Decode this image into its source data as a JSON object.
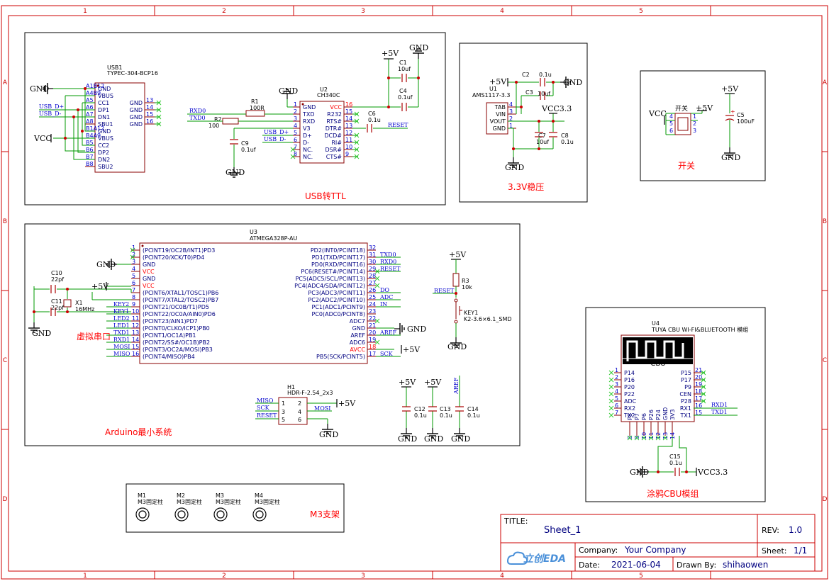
{
  "frame": {
    "cols": [
      "1",
      "2",
      "3",
      "4",
      "5"
    ],
    "rows": [
      "A",
      "B",
      "C",
      "D"
    ],
    "colors": {
      "frame": "#cc0000",
      "wire": "#009900",
      "pinblue": "#0000cc",
      "chip": "#880000",
      "label": "#ff0000",
      "nc": "#33cc33",
      "text": "#000000",
      "netlabel": "#000080"
    }
  },
  "usb": {
    "name": "USB1",
    "part": "TYPEC-304-BCP16",
    "left_pins": [
      "A1B12",
      "A4B9",
      "A5",
      "A6",
      "A7",
      "A8",
      "B1A12",
      "B4A9",
      "B5",
      "B6",
      "B7",
      "B8"
    ],
    "left_names": [
      "GND",
      "VBUS",
      "CC1",
      "DP1",
      "DN1",
      "SBU1",
      "GND",
      "VBUS",
      "CC2",
      "DP2",
      "DN2",
      "SBU2"
    ],
    "right_pins": [
      "13",
      "14",
      "15",
      "16"
    ],
    "right_names": [
      "GND",
      "GND",
      "GND",
      "GND"
    ],
    "gnd": "GND",
    "vcc": "VCC",
    "usb_dp": "USB_D+",
    "usb_dn": "USB_D-"
  },
  "ch340": {
    "name": "U2",
    "part": "CH340C",
    "left_pins": [
      "1",
      "2",
      "3",
      "4",
      "5",
      "6",
      "7",
      "8"
    ],
    "left_names": [
      "GND",
      "TXD",
      "RXD",
      "V3",
      "D+",
      "D-",
      "NC.",
      "NC."
    ],
    "right_pins": [
      "16",
      "15",
      "14",
      "13",
      "12",
      "11",
      "10",
      "9"
    ],
    "right_names": [
      "VCC",
      "R232",
      "RTS#",
      "DTR#",
      "DCD#",
      "RI#",
      "DSR#",
      "CTS#"
    ],
    "r1": "R1",
    "r1v": "100R",
    "r2": "R2",
    "r2v": "100",
    "c9": "C9",
    "c9v": "0.1uf",
    "c6": "C6",
    "c6v": "0.1u",
    "c1": "C1",
    "c1v": "10uf",
    "c4": "C4",
    "c4v": "0.1uf",
    "rxd0": "RXD0",
    "txd0": "TXD0",
    "usb_dp": "USB_D+",
    "usb_dn": "USB_D-",
    "reset": "RESET",
    "gnd": "GND",
    "p5v": "+5V",
    "label": "USB转TTL"
  },
  "reg": {
    "name": "U1",
    "part": "AMS1117-3.3",
    "pins": [
      "4",
      "3",
      "2",
      "1"
    ],
    "pin_names": [
      "TAB",
      "VIN",
      "VOUT",
      "GND"
    ],
    "c2": "C2",
    "c2v": "0.1u",
    "c3": "C3",
    "c3v": "10uf",
    "c7": "C7",
    "c7v": "10uf",
    "c8": "C8",
    "c8v": "0.1u",
    "p5v": "+5V",
    "gnd": "GND",
    "vcc33": "VCC3.3",
    "label": "3.3V稳压"
  },
  "sw": {
    "vcc": "VCC",
    "p5v": "+5V",
    "sw_label": "开关",
    "pins": [
      "4",
      "1",
      "5",
      "2",
      "6",
      "3"
    ],
    "c5": "C5",
    "c5v": "100uF",
    "gnd": "GND",
    "plus": "+",
    "label": "开关"
  },
  "mcu": {
    "name": "U3",
    "part": "ATMEGA328P-AU",
    "left_pins": [
      "1",
      "2",
      "3",
      "4",
      "5",
      "6",
      "7",
      "8",
      "9",
      "10",
      "11",
      "12",
      "13",
      "14",
      "15",
      "16"
    ],
    "left_names": [
      "(PCINT19/OC2B/INT1)PD3",
      "(PCINT20/XCK/T0)PD4",
      "GND",
      "VCC",
      "GND",
      "VCC",
      "(PCINT6/XTAL1/TOSC1)PB6",
      "(PCINT7/XTAL2/TOSC2)PB7",
      "(PCINT21/OC0B/T1)PD5",
      "(PCINT22/OC0A/AIN0)PD6",
      "(PCINT23/AIN1)PD7",
      "(PCINT0/CLKO/ICP1)PB0",
      "(PCINT1/OC1A)PB1",
      "(PCINT2/SS#/OC1B)PB2",
      "(PCINT3/OC2A/MOSI)PB3",
      "(PCINT4/MISO)PB4"
    ],
    "right_pins": [
      "32",
      "31",
      "30",
      "29",
      "28",
      "27",
      "26",
      "25",
      "24",
      "23",
      "22",
      "21",
      "20",
      "19",
      "18",
      "17"
    ],
    "right_names": [
      "PD2(INT0/PCINT18)",
      "PD1(TXD/PCINT17)",
      "PD0(RXD/PCINT16)",
      "PC6(RESET#/PCINT14)",
      "PC5(ADC5/SCL/PCINT13)",
      "PC4(ADC4/SDA/PCINT12)",
      "PC3(ADC3/PCINT11)",
      "PC2(ADC2/PCINT10)",
      "PC1(ADC1/PCINT9)",
      "PC0(ADC0/PCINT8)",
      "ADC7",
      "GND",
      "AREF",
      "ADC6",
      "AVCC",
      "PB5(SCK/PCINT5)"
    ],
    "left_nets": [
      "KEY2",
      "KEY1",
      "LED2",
      "LED1",
      "TXD1",
      "RXD1",
      "MOSI",
      "MISO"
    ],
    "right_nets": [
      "TXD0",
      "RXD0",
      "RESET",
      "DO",
      "ADC",
      "IN",
      "AREF",
      "SCK"
    ],
    "c10": "C10",
    "c10v": "22pf",
    "c11": "C11",
    "c11v": "22pf",
    "x1": "X1",
    "x1v": "16MHz",
    "gnd": "GND",
    "p5v": "+5V",
    "uart_label": "虚拟串口",
    "r3": "R3",
    "r3v": "10k",
    "key": "KEY1",
    "keyv": "K2-3.6×6.1_SMD",
    "reset": "RESET",
    "h1": "H1",
    "h1v": "HDR-F-2.54_2x3",
    "h_left": [
      "MISO",
      "SCK",
      "RESET"
    ],
    "h_pins": [
      "1",
      "2",
      "3",
      "4",
      "5",
      "6"
    ],
    "h_right": [
      "MOSI"
    ],
    "c12": "C12",
    "c13": "C13",
    "c14": "C14",
    "cv": "0.1u",
    "aref": "AREF",
    "label": "Arduino最小系统"
  },
  "cbu": {
    "name": "U4",
    "part": "TUYA CBU WI-FI&BLUETOOTH 模组",
    "logo": "CBU",
    "left_pins": [
      "1",
      "2",
      "3",
      "4",
      "5",
      "6",
      "7"
    ],
    "left_names": [
      "P14",
      "P16",
      "P20",
      "P22",
      "ADC",
      "RX2",
      "TX2"
    ],
    "right_pins": [
      "21",
      "20",
      "19",
      "18",
      "17",
      "16",
      "15"
    ],
    "right_names": [
      "P15",
      "P17",
      "P9",
      "CEN",
      "P28",
      "RX1",
      "TX1"
    ],
    "bottom_pins": [
      "8",
      "9",
      "10",
      "11",
      "12",
      "13",
      "14"
    ],
    "bottom_names": [
      "P8",
      "P7",
      "P6",
      "P26",
      "P24",
      "GND",
      "3V3"
    ],
    "rxd1": "RXD1",
    "txd1": "TXD1",
    "c15": "C15",
    "c15v": "0.1u",
    "gnd": "GND",
    "vcc33": "VCC3.3",
    "label": "涂鸦CBU模组"
  },
  "mount": {
    "items": [
      {
        "n": "M1",
        "v": "M3固定柱"
      },
      {
        "n": "M2",
        "v": "M3固定柱"
      },
      {
        "n": "M3",
        "v": "M3固定柱"
      },
      {
        "n": "M4",
        "v": "M3固定柱"
      }
    ],
    "label": "M3支架"
  },
  "title_block": {
    "title_label": "TITLE:",
    "title": "Sheet_1",
    "rev_label": "REV:",
    "rev": "1.0",
    "company_label": "Company:",
    "company": "Your Company",
    "sheet_label": "Sheet:",
    "sheet": "1/1",
    "date_label": "Date:",
    "date": "2021-06-04",
    "drawn_label": "Drawn By:",
    "drawn": "shihaowen",
    "logo": "立创EDA"
  }
}
